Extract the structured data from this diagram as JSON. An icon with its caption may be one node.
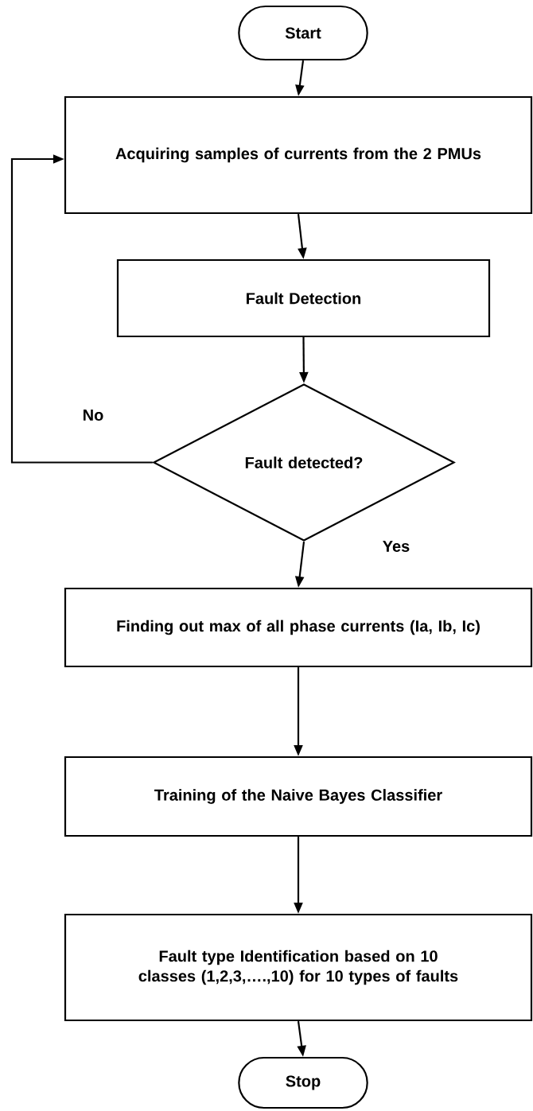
{
  "diagram": {
    "nodes": [
      {
        "text": [
          "Start"
        ]
      },
      {
        "text": [
          "Acquiring samples of currents from the 2 PMUs"
        ]
      },
      {
        "text": [
          "Fault Detection"
        ]
      },
      {
        "text": [
          "Fault detected?"
        ]
      },
      {
        "text": [
          "Finding out max of all phase currents (Ia, Ib, Ic)"
        ]
      },
      {
        "text": [
          "Training of the Naive Bayes Classifier"
        ]
      },
      {
        "text": [
          "Fault type Identification based on 10 classes (1,2,3,….,10) for 10 types of faults"
        ]
      },
      {
        "text": [
          "Stop"
        ]
      }
    ],
    "edges": [
      {
        "from": 0,
        "to": 1,
        "arrow": "to"
      },
      {
        "from": 1,
        "to": 2,
        "arrow": "to"
      },
      {
        "from": 2,
        "to": 3,
        "arrow": "to"
      },
      {
        "from": 3,
        "to": 1,
        "arrow": "to",
        "label": "No"
      },
      {
        "from": 3,
        "to": 4,
        "arrow": "to",
        "label": "Yes"
      },
      {
        "from": 4,
        "to": 5,
        "arrow": "to"
      },
      {
        "from": 5,
        "to": 6,
        "arrow": "to"
      },
      {
        "from": 6,
        "to": 7,
        "arrow": "to"
      }
    ]
  }
}
